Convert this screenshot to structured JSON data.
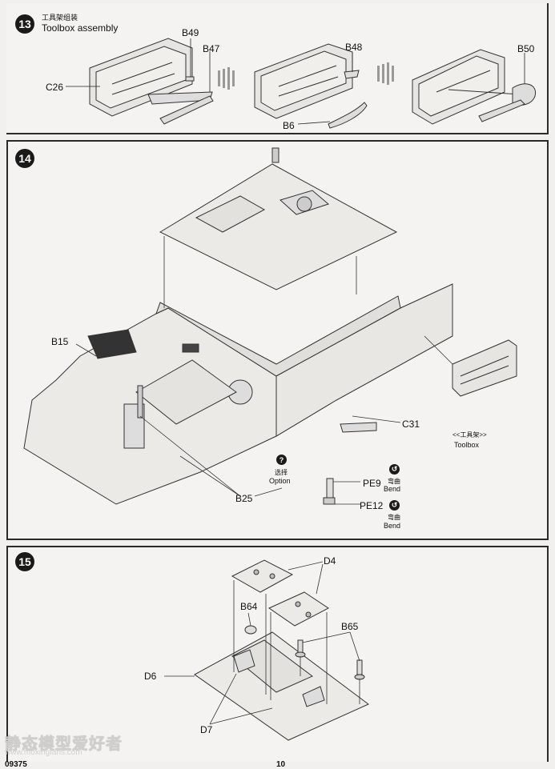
{
  "step13": {
    "number": "13",
    "title_cn": "工具架组装",
    "title_en": "Toolbox assembly",
    "parts": {
      "c26": "C26",
      "b49": "B49",
      "b47": "B47",
      "b48": "B48",
      "b6": "B6",
      "b50": "B50"
    }
  },
  "step14": {
    "number": "14",
    "parts": {
      "b15": "B15",
      "b25": "B25",
      "c31": "C31",
      "pe9": "PE9",
      "pe12": "PE12"
    },
    "option_cn": "选择",
    "option_en": "Option",
    "bend_cn": "弯曲",
    "bend_en": "Bend",
    "toolbox_cn": "<<工具架>>",
    "toolbox_en": "Toolbox"
  },
  "step15": {
    "number": "15",
    "parts": {
      "d4": "D4",
      "b64": "B64",
      "b65": "B65",
      "d6": "D6",
      "d7": "D7"
    }
  },
  "footer": {
    "watermark": "静态模型爱好者",
    "watermark_url": "www.moxingfans.com",
    "page_code": "09375",
    "page_number": "10"
  }
}
